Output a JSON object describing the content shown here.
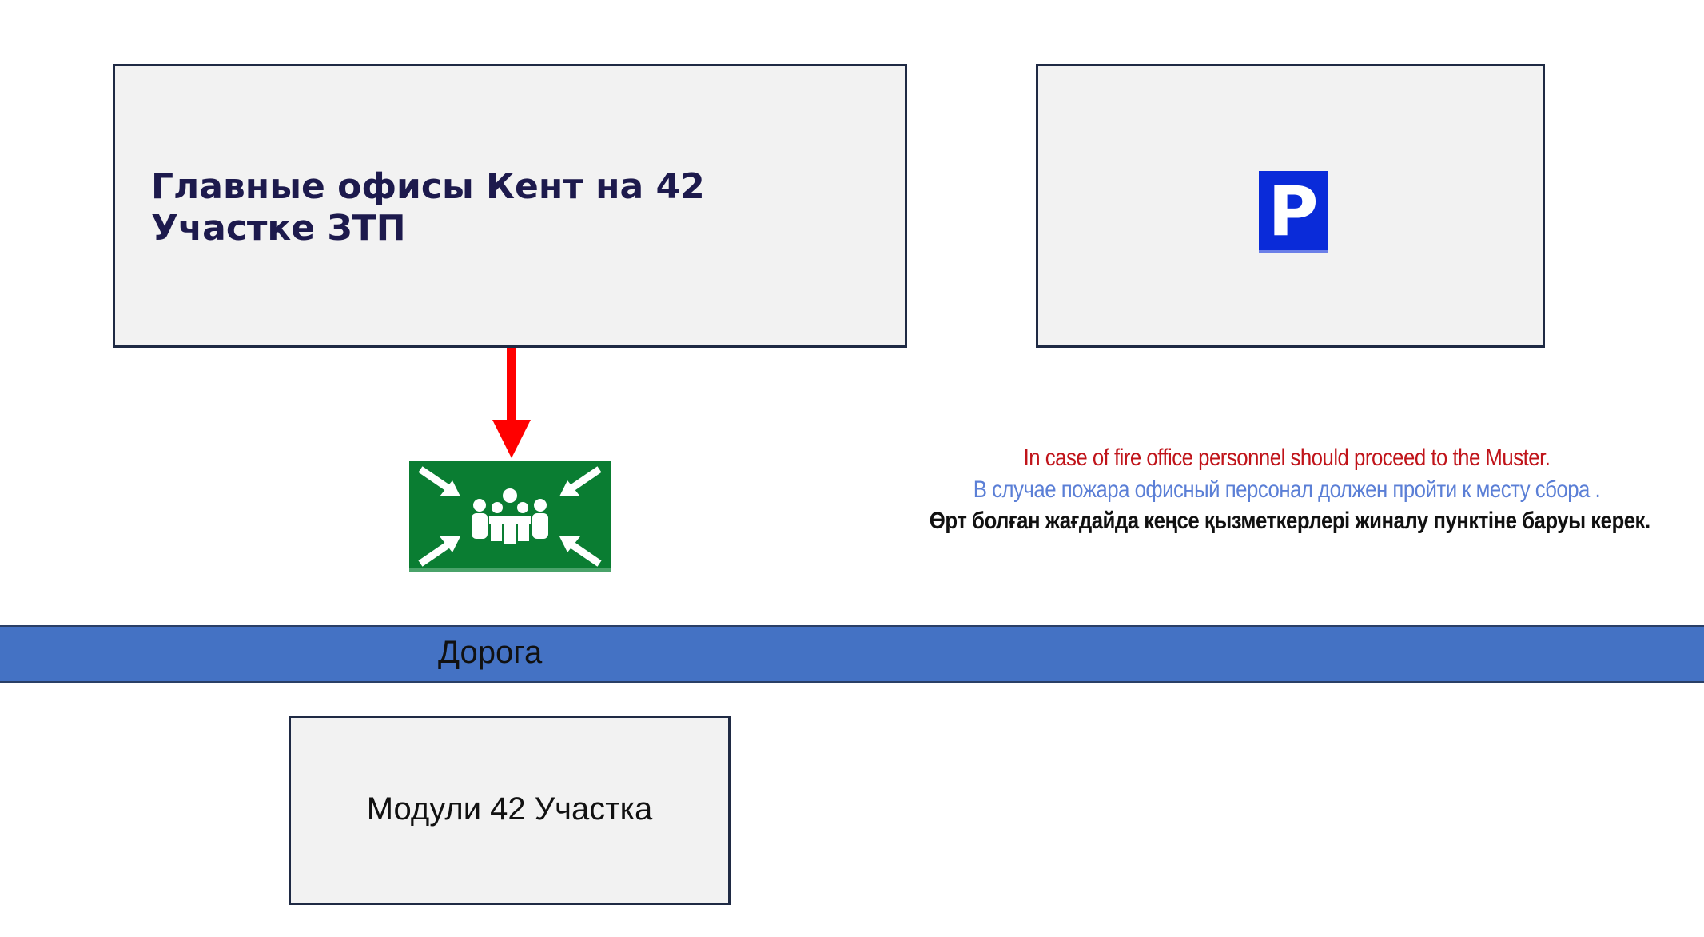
{
  "main_office": {
    "title": "Главные офисы Кент на 42 Участке ЗТП"
  },
  "parking": {
    "sign_letter": "P",
    "sign_color": "#0a2bd9"
  },
  "evacuation": {
    "arrow_color": "#ff0000",
    "arrow_icon": "arrow-down-icon",
    "assembly_icon": "assembly-point-icon",
    "assembly_color": "#0a7d32"
  },
  "notice": {
    "en": "In case of fire office personnel should proceed to the Muster.",
    "ru": "В случае пожара офисный персонал должен пройти к месту сбора .",
    "kk": "Өрт болған жағдайда кеңсе қызметкерлері  жиналу пунктіне  баруы керек.",
    "en_color": "#c0141a",
    "ru_color": "#5b7fd6",
    "kk_color": "#111111"
  },
  "road": {
    "label": "Дорога",
    "color": "#4472c4"
  },
  "modules": {
    "label": "Модули 42 Участка"
  }
}
